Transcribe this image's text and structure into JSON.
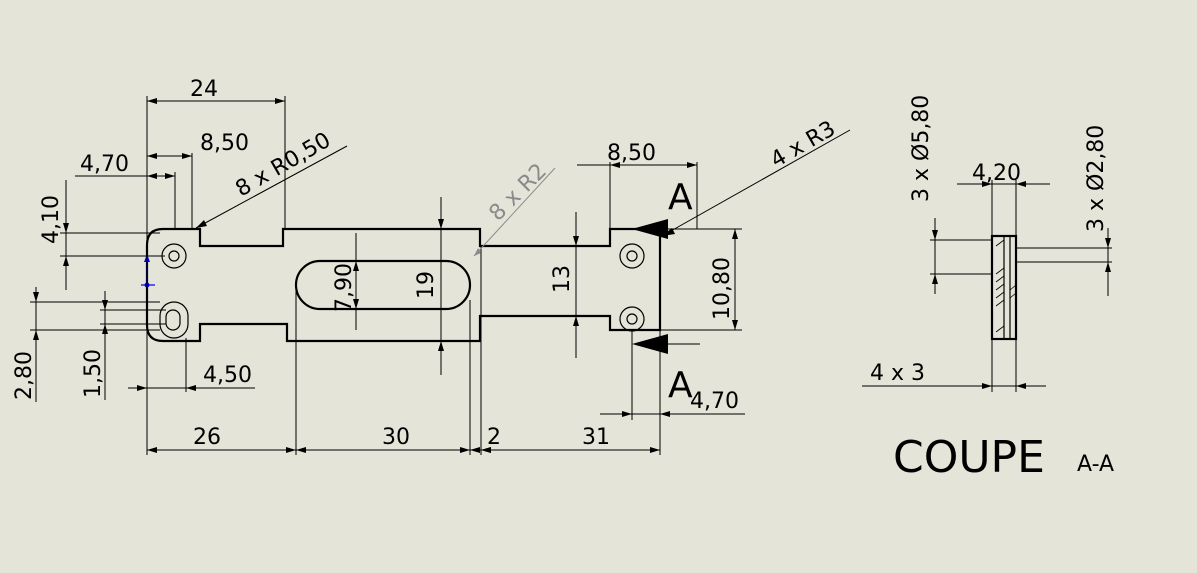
{
  "dims": {
    "d24": "24",
    "d8_50_top": "8,50",
    "d4_70_top": "4,70",
    "d4_10": "4,10",
    "r0_50": "8 x R0,50",
    "r2": "8 x R2",
    "d8_50_right": "8,50",
    "r3": "4 x R3",
    "d7_90": "7,90",
    "d19": "19",
    "d13": "13",
    "d10_80": "10,80",
    "d2_80": "2,80",
    "d1_50": "1,50",
    "d4_50": "4,50",
    "d26": "26",
    "d30": "30",
    "d2": "2",
    "d31": "31",
    "d4_70_right": "4,70",
    "section_letter_top": "A",
    "section_letter_bottom": "A",
    "hole_5_80": "3 x Ø5,80",
    "hole_2_80": "3 x Ø2,80",
    "d4_20": "4,20",
    "d4x3": "4 x 3"
  },
  "section_view": {
    "title": "COUPE",
    "suffix": "A-A"
  },
  "colors": {
    "background": "#e4e4d9",
    "line": "#000000",
    "leader_gray": "#8a8a8a",
    "origin_blue": "#0000ee"
  }
}
